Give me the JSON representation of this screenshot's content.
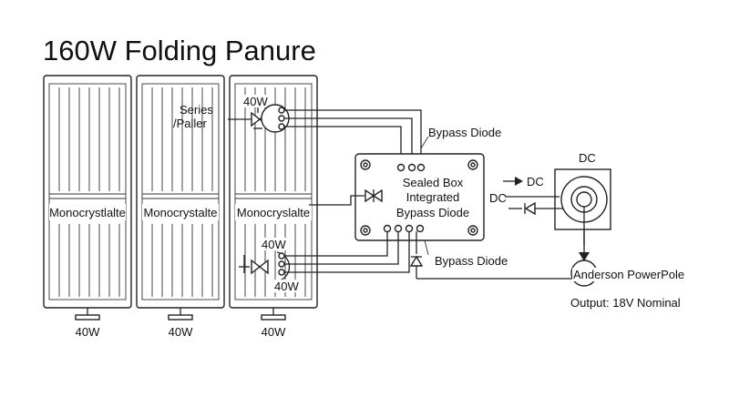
{
  "title": "160W Folding Panure",
  "panels": [
    {
      "cell_label": "Monocrystlalte",
      "rating": "40W"
    },
    {
      "cell_label": "Monocrystalte",
      "rating": "40W"
    },
    {
      "cell_label": "Monocryslalte",
      "rating": "40W"
    }
  ],
  "panel3_annotations": {
    "series_line1": "Series",
    "series_line2": "/Paller",
    "top_rating": "40W",
    "mid_rating": "40W",
    "bottom_rating": "40W"
  },
  "bypass_diode_top": "Bypass Diode",
  "bypass_diode_bottom": "Bypass Diode",
  "sealed_box": {
    "line1": "Sealed Box",
    "line2": "Integrated",
    "line3": "Bypass Diode"
  },
  "dc_unit": {
    "title": "DC",
    "arrow_label": "DC",
    "input_label": "DC"
  },
  "connector": "Anderson PowerPole",
  "output": "Output: 18V Nominal",
  "colors": {
    "line": "#222222",
    "background": "#ffffff"
  }
}
